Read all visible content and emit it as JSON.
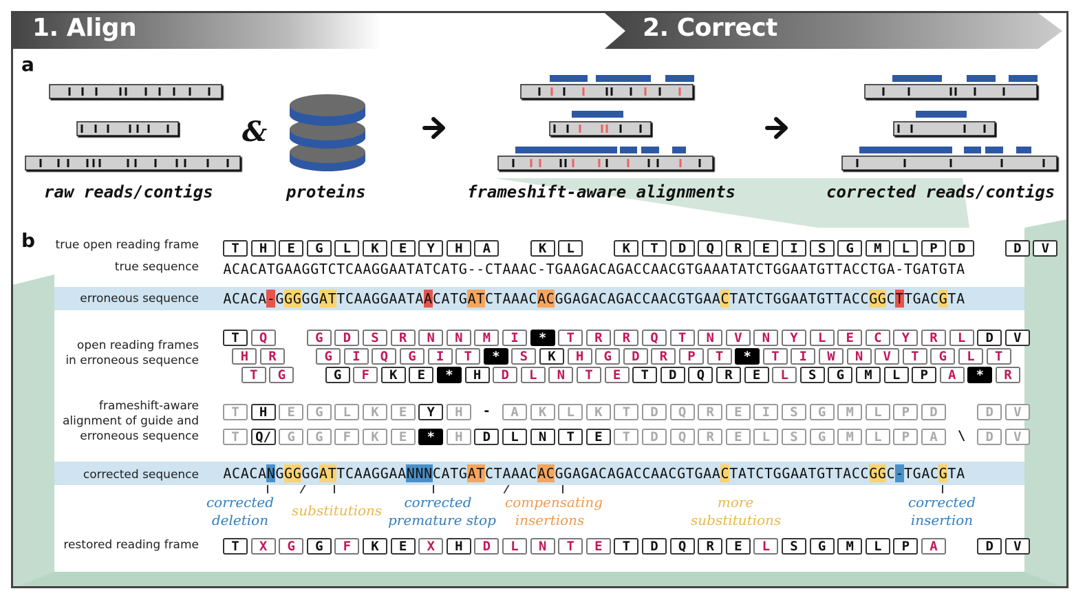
{
  "header": {
    "step1": "1. Align",
    "step2": "2. Correct"
  },
  "panel_a": {
    "letter": "a",
    "labels": {
      "raw": "raw reads/contigs",
      "proteins": "proteins",
      "alignments": "frameshift-aware alignments",
      "corrected": "corrected reads/contigs"
    },
    "ampersand": "&",
    "arrow": "→"
  },
  "panel_b": {
    "letter": "b",
    "row_labels": {
      "true_orf": "true open reading frame",
      "true_seq": "true sequence",
      "err_seq": "erroneous sequence",
      "orfs_1": "open reading frames",
      "orfs_2": "in erroneous sequence",
      "fa_1": "frameshift-aware",
      "fa_2": "alignment of guide and",
      "fa_3": "erroneous sequence",
      "corr_seq": "corrected sequence",
      "restored": "restored reading frame"
    },
    "true_sequence": "ACACATGAAGGTCTCAAGGAATATCATG--CTAAAC-TGAAGACAGACCAACGTGAAATATCTGGAATGTTACCTGA-TGATGTA",
    "erroneous_sequence": "ACACA-GGGGGATTCAAGGAATAACATGATCTAAACACGGAGACAGACCAACGTGAACTATCTGGAATGTTACCGGCTTGACGTA",
    "corrected_sequence": "ACACANGGGGGATTCAAGGAANNNCATGATCTAAACACGGAGACAGACCAACGTGAACTATCTGGAATGTTACCGGC-TGACGTA",
    "true_orf": [
      "T",
      "H",
      "E",
      "G",
      "L",
      "K",
      "E",
      "Y",
      "H",
      "A",
      "",
      "K",
      "L",
      "",
      "K",
      "T",
      "D",
      "Q",
      "R",
      "E",
      "I",
      "S",
      "G",
      "M",
      "L",
      "P",
      "D",
      "",
      "D",
      "V"
    ],
    "orf1": [
      "T",
      "Q",
      "",
      "G",
      "D",
      "S",
      "R",
      "N",
      "N",
      "M",
      "I",
      "*",
      "T",
      "R",
      "R",
      "Q",
      "T",
      "N",
      "V",
      "N",
      "Y",
      "L",
      "E",
      "C",
      "Y",
      "R",
      "L",
      "D",
      "V"
    ],
    "orf2": [
      "H",
      "R",
      "",
      "G",
      "I",
      "Q",
      "G",
      "I",
      "T",
      "*",
      "S",
      "K",
      "H",
      "G",
      "D",
      "R",
      "P",
      "T",
      "*",
      "T",
      "I",
      "W",
      "N",
      "V",
      "T",
      "G",
      "L",
      "T"
    ],
    "orf3": [
      "T",
      "G",
      "",
      "G",
      "F",
      "K",
      "E",
      "*",
      "H",
      "D",
      "L",
      "N",
      "T",
      "E",
      "T",
      "D",
      "Q",
      "R",
      "E",
      "L",
      "S",
      "G",
      "M",
      "L",
      "P",
      "A",
      "*",
      "R"
    ],
    "fa_guide": [
      "T",
      "H",
      "E",
      "G",
      "L",
      "K",
      "E",
      "Y",
      "H",
      "-",
      "A",
      "K",
      "L",
      "K",
      "T",
      "D",
      "Q",
      "R",
      "E",
      "I",
      "S",
      "G",
      "M",
      "L",
      "P",
      "D",
      "",
      "D",
      "V"
    ],
    "fa_err": [
      "T",
      "Q/",
      "G",
      "G",
      "F",
      "K",
      "E",
      "*",
      "H",
      "D",
      "L",
      "N",
      "T",
      "E",
      "T",
      "D",
      "Q",
      "R",
      "E",
      "L",
      "S",
      "G",
      "M",
      "L",
      "P",
      "A",
      "\\",
      "D",
      "V"
    ],
    "restored": [
      "T",
      "X",
      "G",
      "G",
      "F",
      "K",
      "E",
      "X",
      "H",
      "D",
      "L",
      "N",
      "T",
      "E",
      "T",
      "D",
      "Q",
      "R",
      "E",
      "L",
      "S",
      "G",
      "M",
      "L",
      "P",
      "A",
      "",
      "D",
      "V"
    ],
    "annotations": {
      "corrected_deletion_1": "corrected",
      "corrected_deletion_2": "deletion",
      "substitutions": "substitutions",
      "corrected_stop_1": "corrected",
      "corrected_stop_2": "premature stop",
      "compensating_1": "compensating",
      "compensating_2": "insertions",
      "more_subs_1": "more",
      "more_subs_2": "substitutions",
      "corrected_insertion_1": "corrected",
      "corrected_insertion_2": "insertion"
    },
    "colors": {
      "deletion_red": "#e8534a",
      "substitution_yellow": "#fbd46d",
      "insertion_orange": "#f6a55c",
      "corrected_blue": "#4a90c8",
      "band_blue": "#cfe3f0",
      "pink_letters": "#c2185b",
      "protein_blue": "#2e58a3",
      "read_gray": "#d0d0d0",
      "zoom_green": "#d4e6dc"
    }
  }
}
